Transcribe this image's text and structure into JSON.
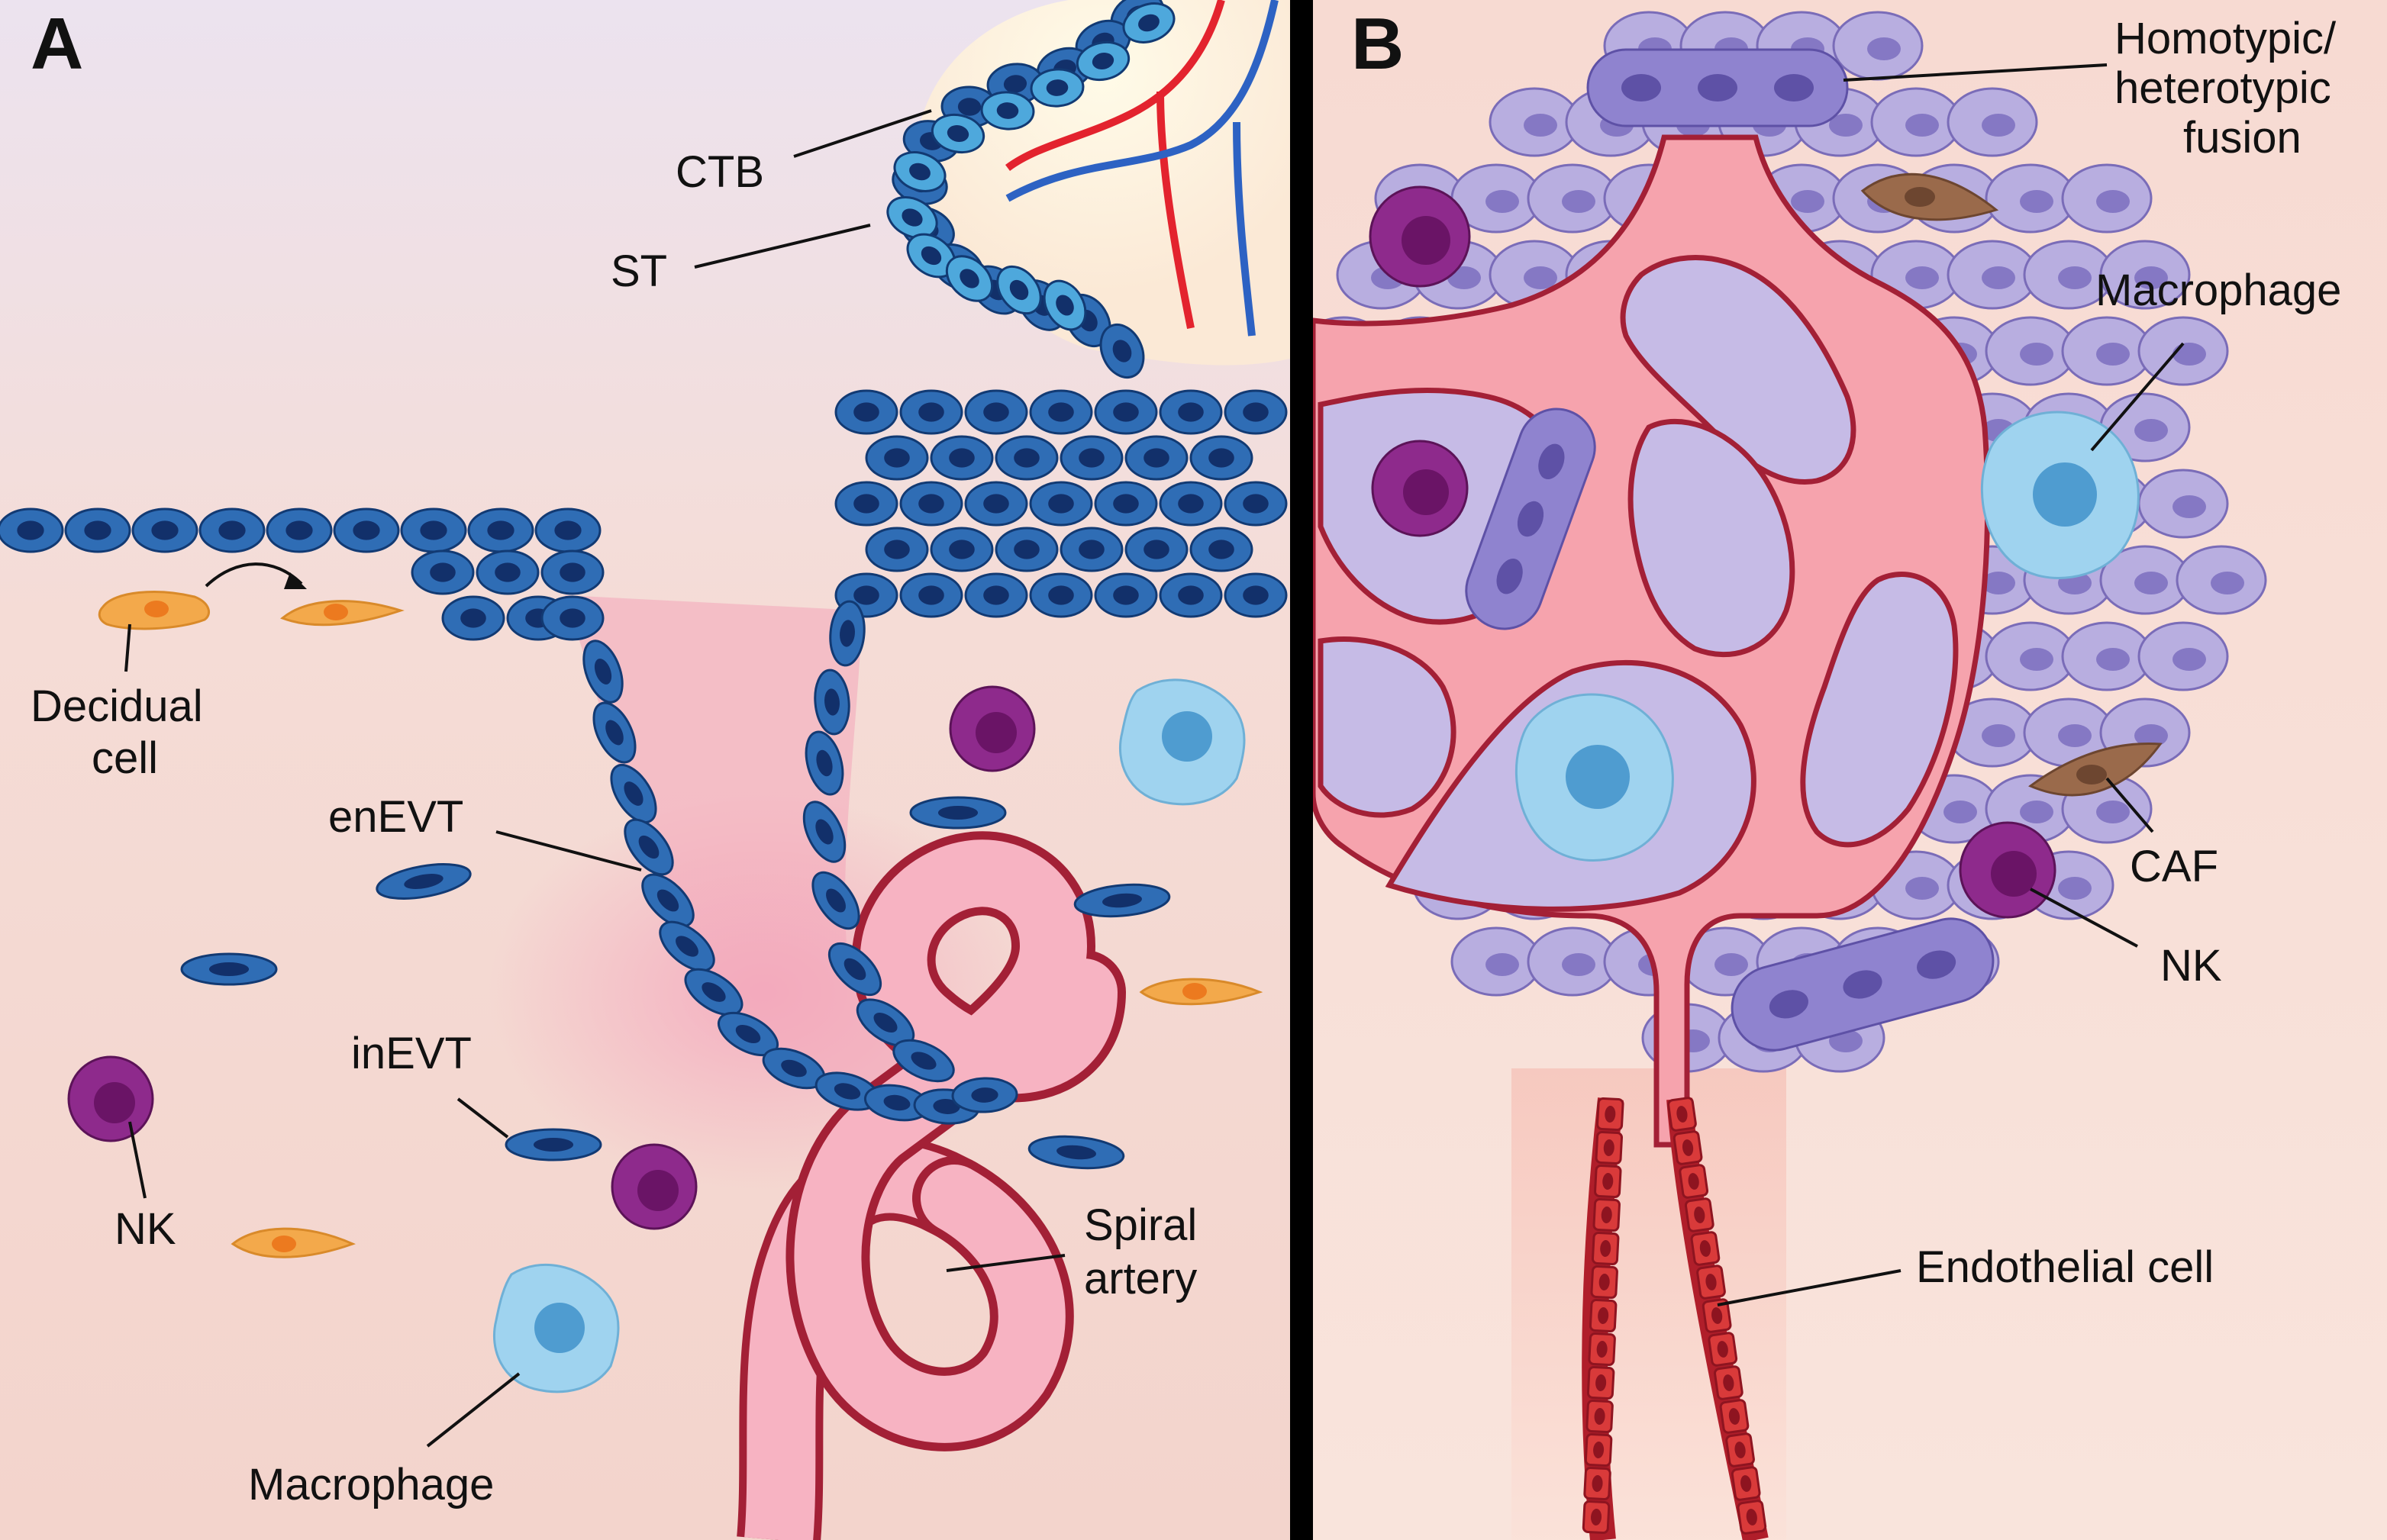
{
  "panel_a": {
    "letter": "A",
    "labels": {
      "ctb": "CTB",
      "st": "ST",
      "decidual_line1": "Decidual",
      "decidual_line2": "cell",
      "enevt": "enEVT",
      "inevt": "inEVT",
      "nk": "NK",
      "macrophage": "Macrophage",
      "spiral_line1": "Spiral",
      "spiral_line2": "artery"
    }
  },
  "panel_b": {
    "letter": "B",
    "labels": {
      "fusion_line1": "Homotypic/",
      "fusion_line2": "heterotypic",
      "fusion_line3": "fusion",
      "macrophage": "Macrophage",
      "caf": "CAF",
      "nk": "NK",
      "endothelial": "Endothelial cell"
    }
  },
  "colors": {
    "trophoblast_fill": "#2f6db5",
    "trophoblast_stroke": "#123a73",
    "st_fill": "#4ea8dc",
    "decidual_fill": "#f3a94b",
    "nk_fill": "#8e2a8c",
    "macrophage_fill": "#9fd3ef",
    "artery_fill": "#f7b3c2",
    "artery_stroke": "#a32036",
    "tumor_cell_fill": "#b8aee0",
    "caf_fill": "#9a6a4b",
    "endothelial_fill": "#d93a3a",
    "divider": "#000000"
  }
}
